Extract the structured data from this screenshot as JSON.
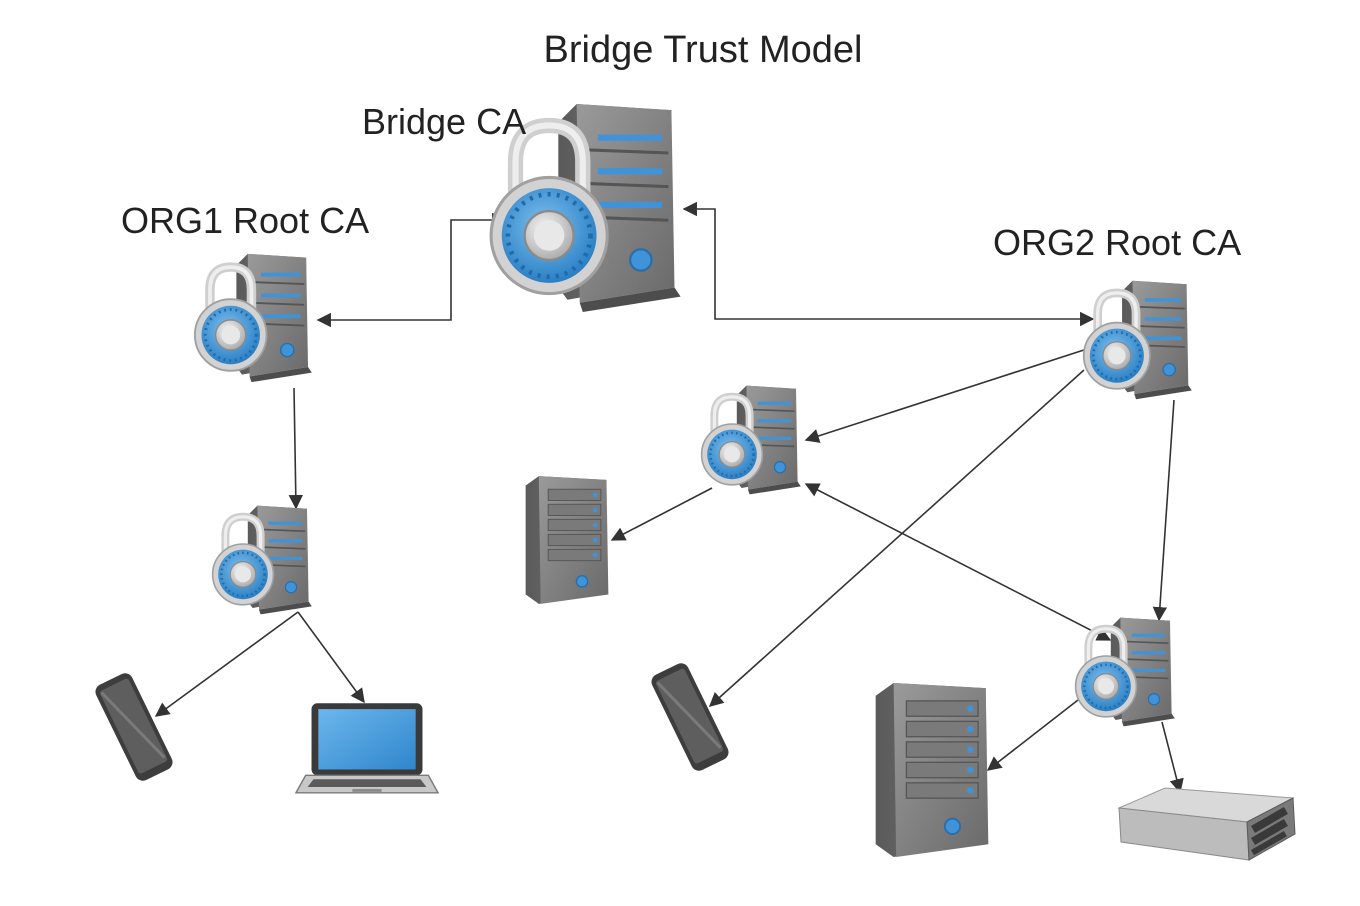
{
  "title": "Bridge Trust Model",
  "labels": {
    "bridge_ca": "Bridge CA",
    "org1_root_ca": "ORG1 Root CA",
    "org2_root_ca": "ORG2 Root CA"
  },
  "colors": {
    "server_body": "#6e6e6e",
    "server_front": "#8a8a8a",
    "accent_blue": "#3f93d9",
    "lock_ring": "#c9c9c9",
    "arrow": "#333333",
    "background": "#ffffff"
  },
  "nodes": [
    {
      "id": "bridge-ca",
      "kind": "locked-server-large"
    },
    {
      "id": "org1-root-ca",
      "kind": "locked-server"
    },
    {
      "id": "org1-sub-ca",
      "kind": "locked-server"
    },
    {
      "id": "org1-phone",
      "kind": "phone"
    },
    {
      "id": "org1-laptop",
      "kind": "laptop"
    },
    {
      "id": "org2-root-ca",
      "kind": "locked-server"
    },
    {
      "id": "org2-sub-ca-1",
      "kind": "locked-server"
    },
    {
      "id": "org2-server-1",
      "kind": "tower-server"
    },
    {
      "id": "org2-phone",
      "kind": "phone"
    },
    {
      "id": "org2-sub-ca-2",
      "kind": "locked-server"
    },
    {
      "id": "org2-server-2",
      "kind": "tower-server"
    },
    {
      "id": "org2-rack-server",
      "kind": "rack-server"
    }
  ],
  "edges": [
    {
      "from": "bridge-ca",
      "to": "org1-root-ca",
      "bidirectional": true
    },
    {
      "from": "bridge-ca",
      "to": "org2-root-ca",
      "bidirectional": true
    },
    {
      "from": "org1-root-ca",
      "to": "org1-sub-ca",
      "bidirectional": false
    },
    {
      "from": "org1-sub-ca",
      "to": "org1-phone",
      "bidirectional": false
    },
    {
      "from": "org1-sub-ca",
      "to": "org1-laptop",
      "bidirectional": false
    },
    {
      "from": "org2-root-ca",
      "to": "org2-sub-ca-1",
      "bidirectional": false
    },
    {
      "from": "org2-root-ca",
      "to": "org2-phone",
      "bidirectional": false
    },
    {
      "from": "org2-root-ca",
      "to": "org2-sub-ca-2",
      "bidirectional": false
    },
    {
      "from": "org2-sub-ca-1",
      "to": "org2-server-1",
      "bidirectional": false
    },
    {
      "from": "org2-sub-ca-1",
      "to": "org2-sub-ca-2",
      "bidirectional": true
    },
    {
      "from": "org2-sub-ca-2",
      "to": "org2-server-2",
      "bidirectional": false
    },
    {
      "from": "org2-sub-ca-2",
      "to": "org2-rack-server",
      "bidirectional": false
    }
  ]
}
